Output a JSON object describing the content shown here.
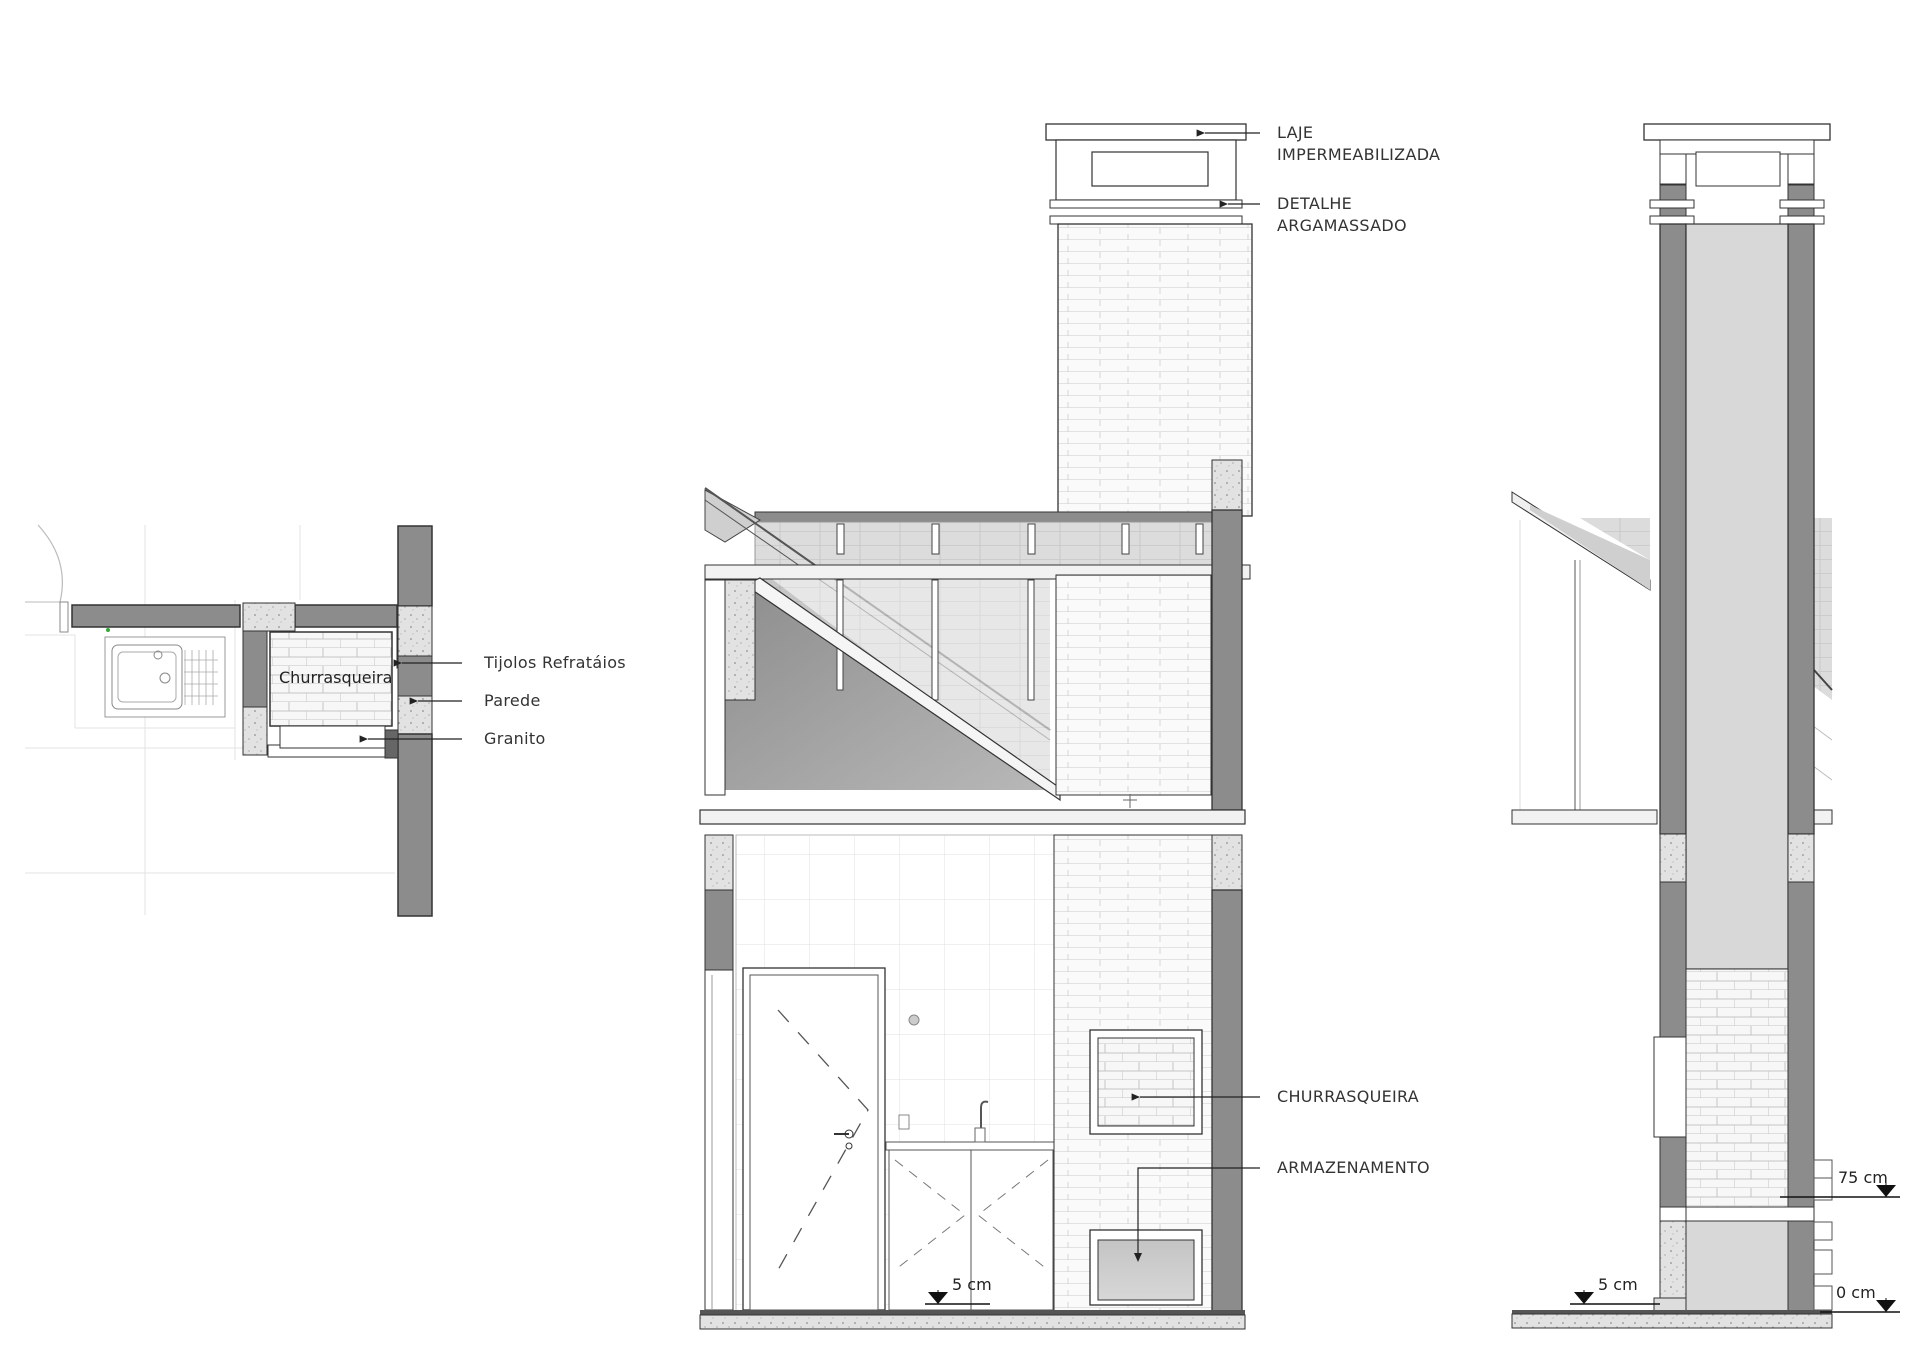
{
  "plan": {
    "room_label": "Churrasqueira",
    "callouts": [
      "Tijolos Refratáios",
      "Parede",
      "Granito"
    ]
  },
  "section_front": {
    "callouts": [
      {
        "line1": "LAJE",
        "line2": "IMPERMEABILIZADA"
      },
      {
        "line1": "DETALHE",
        "line2": "ARGAMASSADO"
      },
      {
        "line1": "CHURRASQUEIRA",
        "line2": ""
      },
      {
        "line1": "ARMAZENAMENTO",
        "line2": ""
      }
    ],
    "level_label": "5 cm"
  },
  "section_side": {
    "level_labels": [
      "75 cm",
      "5 cm",
      "0 cm"
    ]
  },
  "colors": {
    "line": "#333333",
    "wall_fill": "#8c8c8c",
    "light_fill": "#d9d9d9",
    "mid_fill": "#b5b5b5"
  }
}
